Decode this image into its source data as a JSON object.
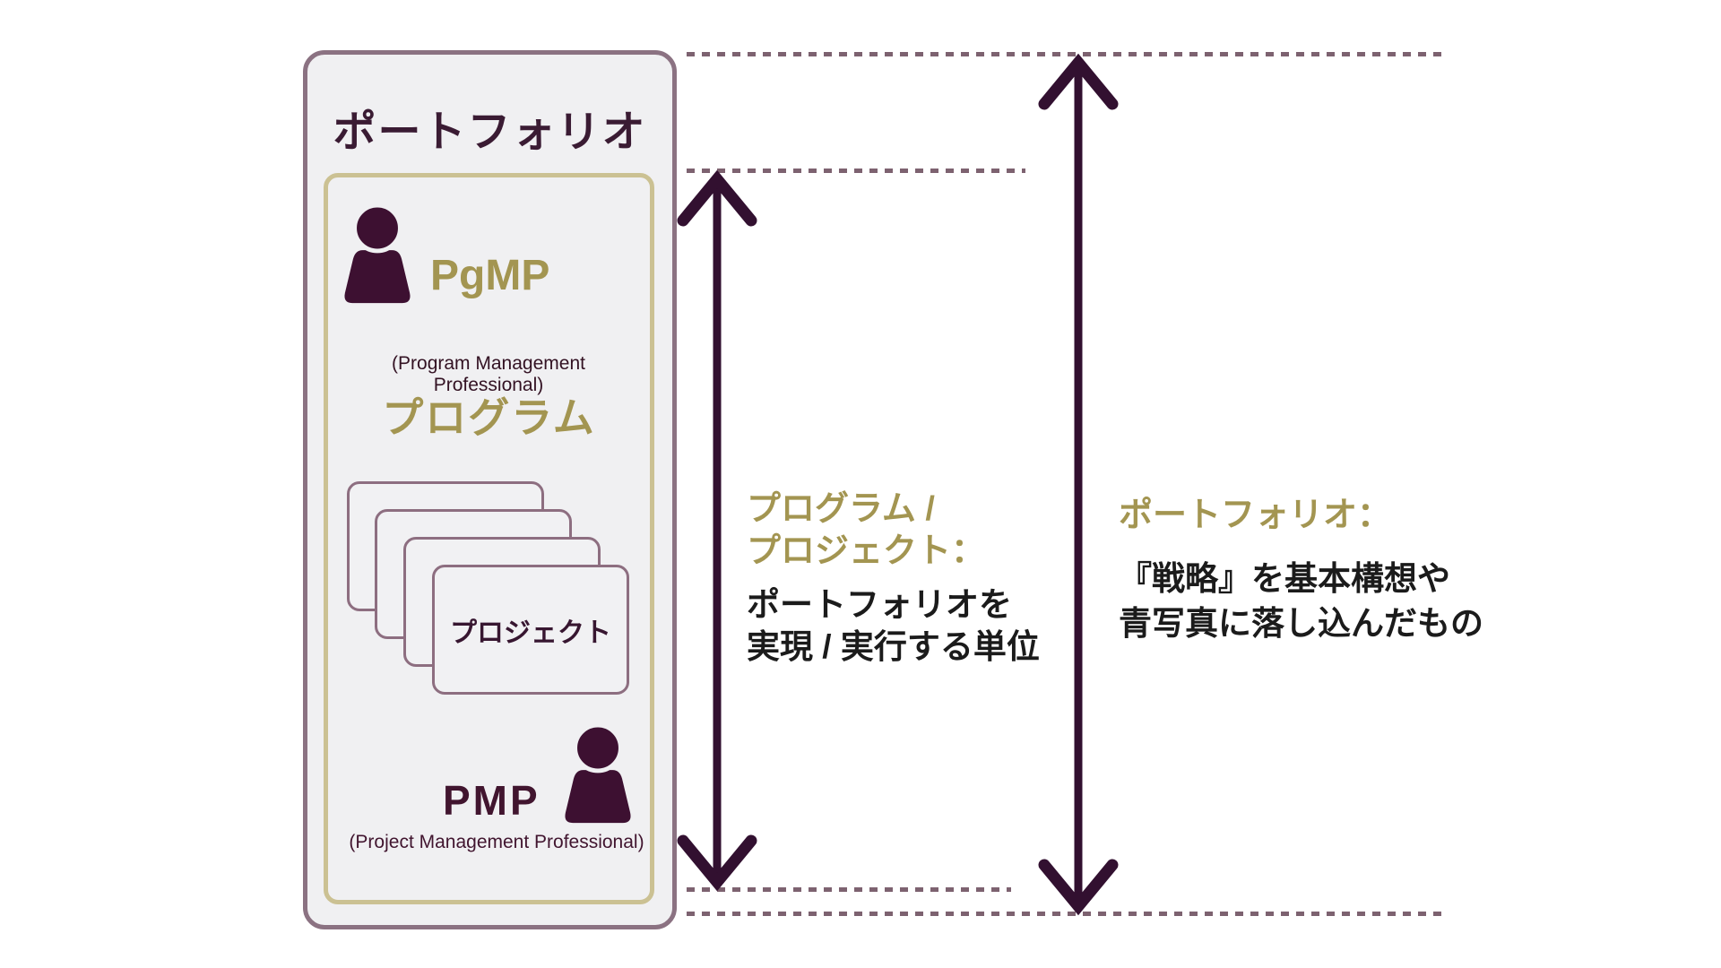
{
  "colors": {
    "background": "#ffffff",
    "box_fill": "#f0f0f2",
    "outer_border": "#8b7282",
    "inner_border": "#cbc193",
    "card_border": "#8d6e80",
    "dark_plum_text": "#3a1b33",
    "olive_text": "#a39551",
    "black_text": "#1b1b1b",
    "arrow": "#321030",
    "dotted_line": "#7d6270",
    "person_icon": "#3d1031"
  },
  "portfolio_box": {
    "title": "ポートフォリオ",
    "program_box": {
      "pgmp": {
        "label": "PgMP",
        "subtitle": "(Program Management Professional)",
        "icon": "person-icon"
      },
      "program_label": "プログラム",
      "project_stack": {
        "card_count": 4,
        "front_card_label": "プロジェクト"
      },
      "pmp": {
        "label": "PMP",
        "subtitle": "(Project Management Professional)",
        "icon": "person-icon"
      }
    }
  },
  "annotations": {
    "program_project": {
      "heading_line1": "プログラム /",
      "heading_line2": "プロジェクト：",
      "body_line1": "ポートフォリオを",
      "body_line2": "実現 / 実行する単位"
    },
    "portfolio": {
      "heading": "ポートフォリオ：",
      "body_line1": "『戦略』を基本構想や",
      "body_line2": "青写真に落し込んだもの"
    }
  }
}
